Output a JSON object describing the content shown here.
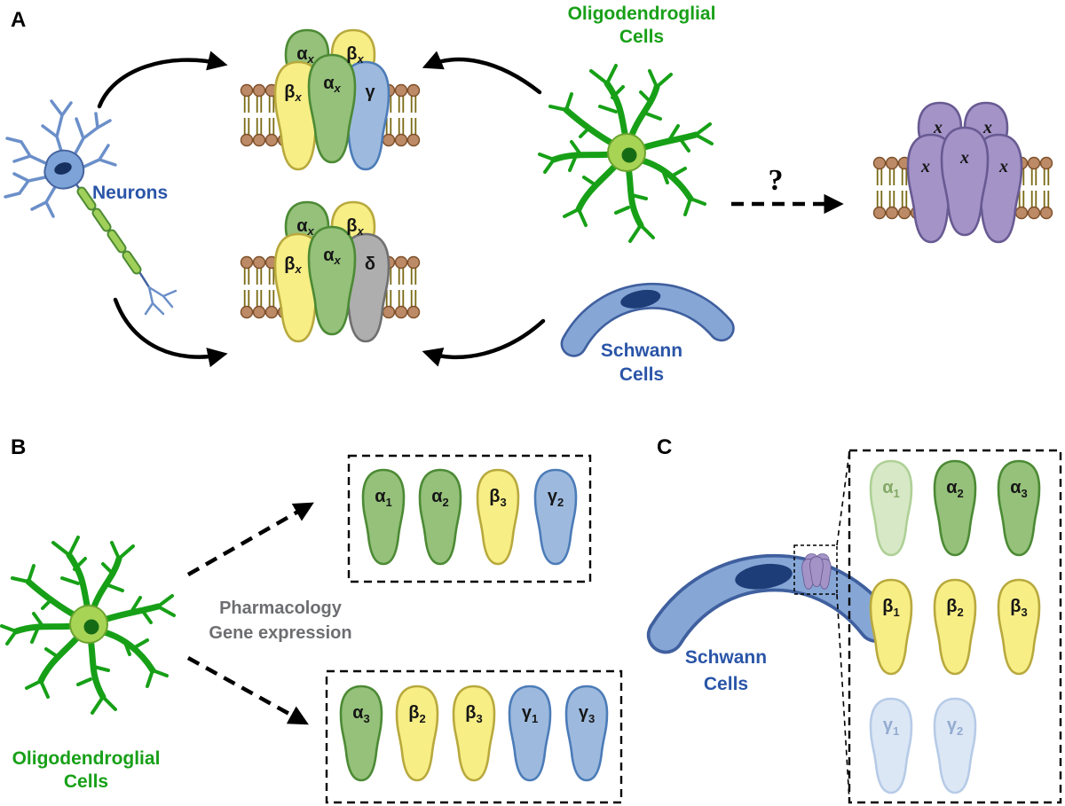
{
  "figure": {
    "panelA": {
      "letter": "A",
      "neurons_label": "Neurons",
      "oligo_label_1": "Oligodendroglial",
      "oligo_label_2": "Cells",
      "schwann_label_1": "Schwann",
      "schwann_label_2": "Cells",
      "question_mark": "?",
      "receptor_gamma": {
        "back": [
          {
            "main": "α",
            "sub": "x"
          },
          {
            "main": "β",
            "sub": "x"
          }
        ],
        "front": [
          {
            "main": "β",
            "sub": "x"
          },
          {
            "main": "α",
            "sub": "x"
          },
          {
            "main": "γ",
            "sub": ""
          }
        ]
      },
      "receptor_delta": {
        "back": [
          {
            "main": "α",
            "sub": "x"
          },
          {
            "main": "β",
            "sub": "x"
          }
        ],
        "front": [
          {
            "main": "β",
            "sub": "x"
          },
          {
            "main": "α",
            "sub": "x"
          },
          {
            "main": "δ",
            "sub": ""
          }
        ]
      },
      "receptor_unknown": {
        "back": [
          {
            "main": "x"
          },
          {
            "main": "x"
          }
        ],
        "front": [
          {
            "main": "x"
          },
          {
            "main": "x"
          },
          {
            "main": "x"
          }
        ]
      }
    },
    "panelB": {
      "letter": "B",
      "oligo_label_1": "Oligodendroglial",
      "oligo_label_2": "Cells",
      "method_1": "Pharmacology",
      "method_2": "Gene expression",
      "combo1": [
        {
          "main": "α",
          "sub": "1"
        },
        {
          "main": "α",
          "sub": "2"
        },
        {
          "main": "β",
          "sub": "3"
        },
        {
          "main": "γ",
          "sub": "2"
        }
      ],
      "combo2": [
        {
          "main": "α",
          "sub": "3"
        },
        {
          "main": "β",
          "sub": "2"
        },
        {
          "main": "β",
          "sub": "3"
        },
        {
          "main": "γ",
          "sub": "1"
        },
        {
          "main": "γ",
          "sub": "3"
        }
      ]
    },
    "panelC": {
      "letter": "C",
      "schwann_label_1": "Schwann",
      "schwann_label_2": "Cells",
      "subunit_rows": [
        [
          {
            "main": "α",
            "sub": "1"
          },
          {
            "main": "α",
            "sub": "2"
          },
          {
            "main": "α",
            "sub": "3"
          }
        ],
        [
          {
            "main": "β",
            "sub": "1"
          },
          {
            "main": "β",
            "sub": "2"
          },
          {
            "main": "β",
            "sub": "3"
          }
        ],
        [
          {
            "main": "γ",
            "sub": "1"
          },
          {
            "main": "γ",
            "sub": "2"
          }
        ]
      ]
    },
    "colors": {
      "alpha_green": "#95c17a",
      "beta_yellow": "#f7ee85",
      "gamma_blue": "#9dbade",
      "delta_gray": "#aeaeae",
      "unknown_purple": "#a393c7",
      "oligo_green": "#18a018",
      "neuron_blue": "#2a55a8",
      "lipid_head_brown": "#bc8a66"
    }
  }
}
